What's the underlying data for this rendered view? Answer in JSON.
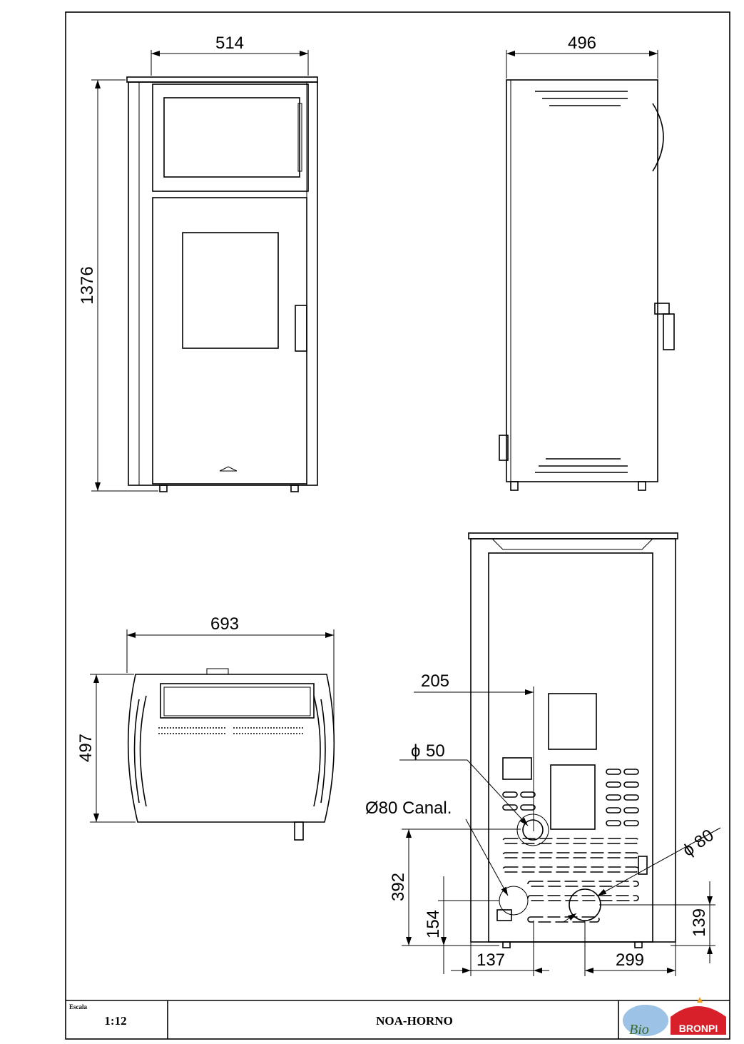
{
  "views": {
    "front": {
      "width": "514",
      "height": "1376"
    },
    "side": {
      "depth": "496"
    },
    "top": {
      "width": "693",
      "depth": "497"
    },
    "rear": {
      "d205": "205",
      "phi50": "50",
      "canal": "Ø80 Canal.",
      "phi80": "80",
      "d392": "392",
      "d154": "154",
      "d137": "137",
      "d299": "299",
      "d139": "139"
    }
  },
  "title_block": {
    "scale_label": "Escala",
    "scale_value": "1:12",
    "model": "NOA-HORNO",
    "logo_text": "Bio BRONPI"
  }
}
